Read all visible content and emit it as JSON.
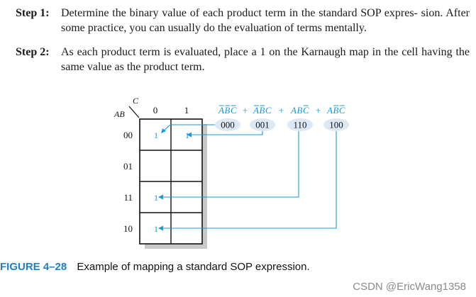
{
  "steps": [
    {
      "label": "Step 1:",
      "text": "Determine the binary value of each product term in the standard SOP expres- sion. After some practice, you can usually do the evaluation of terms mentally."
    },
    {
      "label": "Step 2:",
      "text": "As each product term is evaluated, place a 1 on the Karnaugh map in the cell having the same value as the product term."
    }
  ],
  "kmap": {
    "col_var": "C",
    "row_var": "AB",
    "col_headers": [
      "0",
      "1"
    ],
    "row_headers": [
      "00",
      "01",
      "11",
      "10"
    ],
    "cells": [
      [
        "1",
        "1"
      ],
      [
        "",
        ""
      ],
      [
        "1",
        ""
      ],
      [
        "1",
        ""
      ]
    ],
    "terms": [
      {
        "text": "ABC",
        "overbar": [
          true,
          true,
          true
        ],
        "binary": "000"
      },
      {
        "text": "ABC",
        "overbar": [
          true,
          true,
          false
        ],
        "binary": "001"
      },
      {
        "text": "ABC",
        "overbar": [
          false,
          false,
          true
        ],
        "binary": "110"
      },
      {
        "text": "ABC",
        "overbar": [
          false,
          true,
          true
        ],
        "binary": "100"
      }
    ],
    "operator": "+",
    "accent_color": "#1a9ad6",
    "shadow_color": "#c8c8c8",
    "bubble_color": "#dce9f5"
  },
  "caption": {
    "figure": "FIGURE 4–28",
    "text": "Example of mapping a standard SOP expression."
  },
  "watermark": "CSDN @EricWang1358"
}
